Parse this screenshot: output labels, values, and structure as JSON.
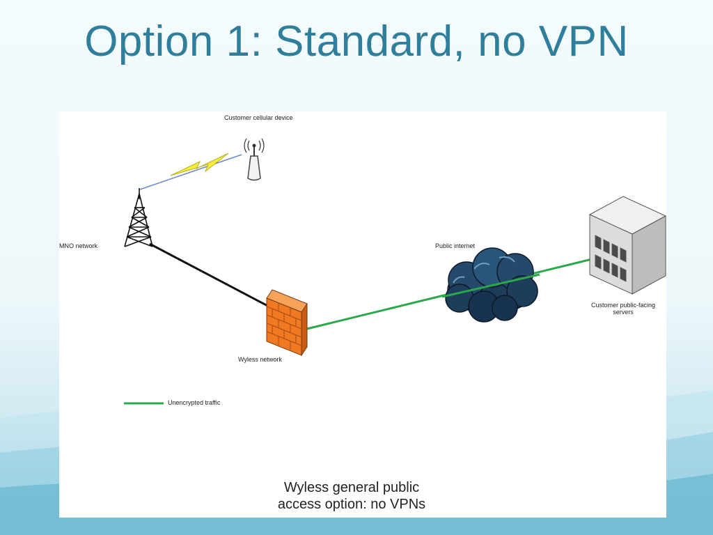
{
  "slide": {
    "title": "Option 1: Standard, no VPN"
  },
  "diagram": {
    "labels": {
      "device": "Customer cellular device",
      "mno": "MNO network",
      "internet": "Public internet",
      "servers_line1": "Customer public-facing",
      "servers_line2": "servers",
      "wyless": "Wyless network"
    },
    "legend": {
      "unencrypted": "Unencrypted traffic"
    },
    "caption": {
      "line1": "Wyless general public",
      "line2": "access option: no VPNs"
    },
    "colors": {
      "title": "#2f7f9c",
      "unencrypted_link": "#2aa84a",
      "wired_link": "#111111",
      "firewall": "#f07a22",
      "cloud": "#1d3d5a",
      "lightning": "#f4ee3a"
    },
    "icons": [
      "antenna-device-icon",
      "cell-tower-icon",
      "lightning-icon",
      "firewall-icon",
      "cloud-icon",
      "server-building-icon"
    ]
  }
}
